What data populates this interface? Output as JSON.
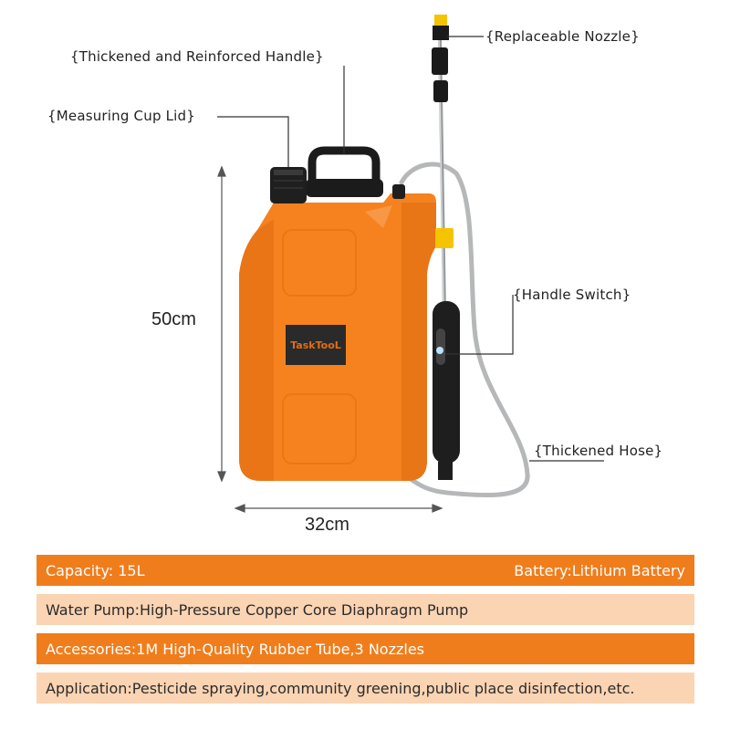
{
  "colors": {
    "tank": "#f5821f",
    "tank_shadow": "#e06c10",
    "bar_dark": "#f07d1c",
    "bar_light": "#fbd4b3",
    "hose": "#b5b7b8",
    "accent_yellow": "#f5c400"
  },
  "brand": "TaskTooL",
  "callouts": {
    "nozzle": "{Replaceable Nozzle}",
    "handle": "{Thickened and Reinforced Handle}",
    "lid": "{Measuring Cup Lid}",
    "switch": "{Handle Switch}",
    "hose": "{Thickened Hose}"
  },
  "dimensions": {
    "height": "50cm",
    "width": "32cm"
  },
  "specs": [
    {
      "left": "Capacity: 15L",
      "right": "Battery:Lithium Battery",
      "style": "dark"
    },
    {
      "left": "Water Pump:High-Pressure Copper Core Diaphragm Pump",
      "right": "",
      "style": "light"
    },
    {
      "left": "Accessories:1M High-Quality Rubber Tube,3 Nozzles",
      "right": "",
      "style": "dark"
    },
    {
      "left": "Application:Pesticide spraying,community greening,public place disinfection,etc.",
      "right": "",
      "style": "light"
    }
  ]
}
